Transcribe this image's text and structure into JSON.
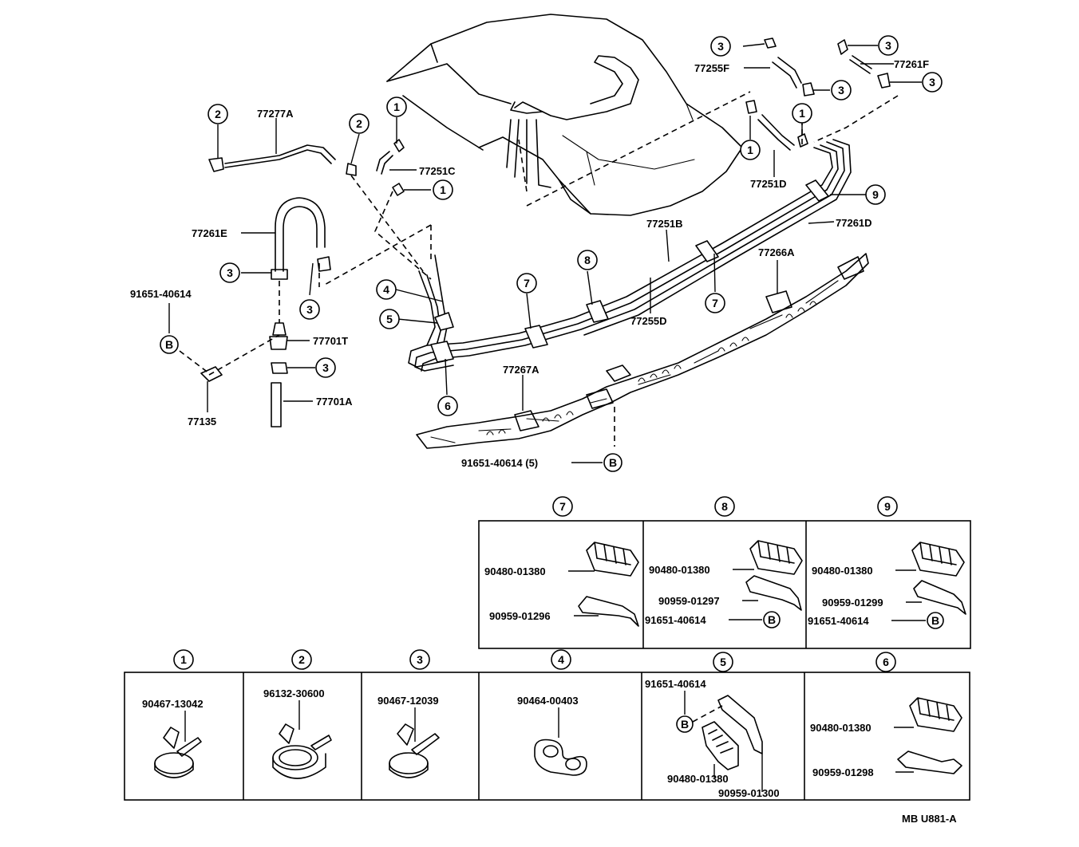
{
  "parts": {
    "p77277A": "77277A",
    "p77251C": "77251C",
    "p77261E": "77261E",
    "p91651_40614_left": "91651-40614",
    "p77701T": "77701T",
    "p77701A": "77701A",
    "p77135": "77135",
    "p77255F": "77255F",
    "p77261F": "77261F",
    "p77251D": "77251D",
    "p77251B": "77251B",
    "p77261D": "77261D",
    "p77266A": "77266A",
    "p77255D": "77255D",
    "p77267A": "77267A",
    "p91651_40614_5": "91651-40614 (5)"
  },
  "callouts": {
    "one": "1",
    "two": "2",
    "three": "3",
    "four": "4",
    "five": "5",
    "six": "6",
    "seven": "7",
    "eight": "8",
    "nine": "9",
    "b": "B"
  },
  "detail_boxes": {
    "box1": {
      "label": "1",
      "part": "90467-13042"
    },
    "box2": {
      "label": "2",
      "part": "96132-30600"
    },
    "box3": {
      "label": "3",
      "part": "90467-12039"
    },
    "box4": {
      "label": "4",
      "part": "90464-00403"
    },
    "box5": {
      "label": "5",
      "parts": [
        "91651-40614",
        "90480-01380",
        "90959-01300"
      ]
    },
    "box6": {
      "label": "6",
      "parts": [
        "90480-01380",
        "90959-01298"
      ]
    },
    "box7": {
      "label": "7",
      "parts": [
        "90480-01380",
        "90959-01296"
      ]
    },
    "box8": {
      "label": "8",
      "parts": [
        "90480-01380",
        "90959-01297",
        "91651-40614"
      ]
    },
    "box9": {
      "label": "9",
      "parts": [
        "90480-01380",
        "90959-01299",
        "91651-40614"
      ]
    }
  },
  "figure_id": "MB U881-A"
}
